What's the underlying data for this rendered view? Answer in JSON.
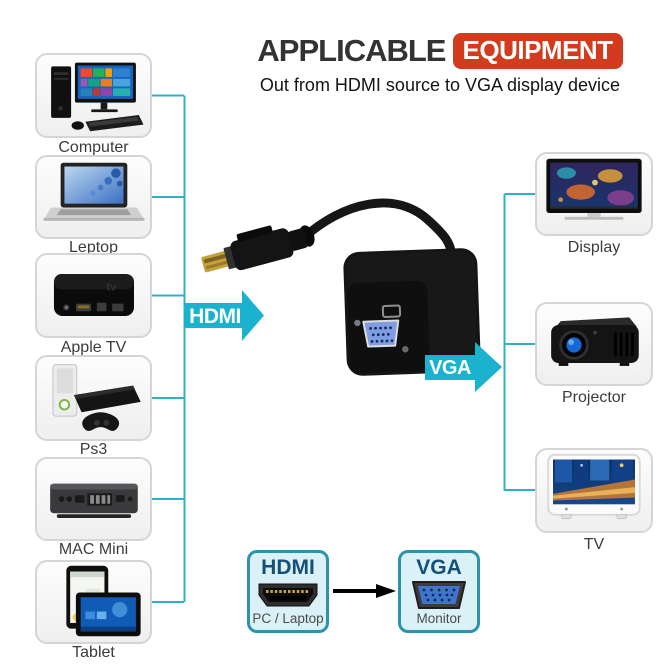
{
  "header": {
    "title": "APPLICABLE",
    "title_highlight": "EQUIPMENT",
    "subtitle": "Out from HDMI source to VGA display device"
  },
  "source_devices": [
    {
      "id": "computer",
      "label": "Computer"
    },
    {
      "id": "laptop",
      "label": "Leptop"
    },
    {
      "id": "appletv",
      "label": "Apple TV"
    },
    {
      "id": "ps3",
      "label": "Ps3"
    },
    {
      "id": "macmini",
      "label": "MAC Mini"
    },
    {
      "id": "tablet",
      "label": "Tablet"
    }
  ],
  "output_devices": [
    {
      "id": "display",
      "label": "Display"
    },
    {
      "id": "projector",
      "label": "Projector"
    },
    {
      "id": "tv",
      "label": "TV"
    }
  ],
  "adapter": {
    "input_label": "HDMI",
    "output_label": "VGA"
  },
  "legend": {
    "hdmi": {
      "title": "HDMI",
      "caption": "PC / Laptop"
    },
    "vga": {
      "title": "VGA",
      "caption": "Monitor"
    }
  },
  "colors": {
    "accent_teal": "#1ab2cf",
    "line_teal": "#2fb0c7",
    "banner_red": "#d23b1e",
    "legend_border": "#2d93aa",
    "legend_fill": "#d9f1f7",
    "legend_title": "#15507a"
  }
}
